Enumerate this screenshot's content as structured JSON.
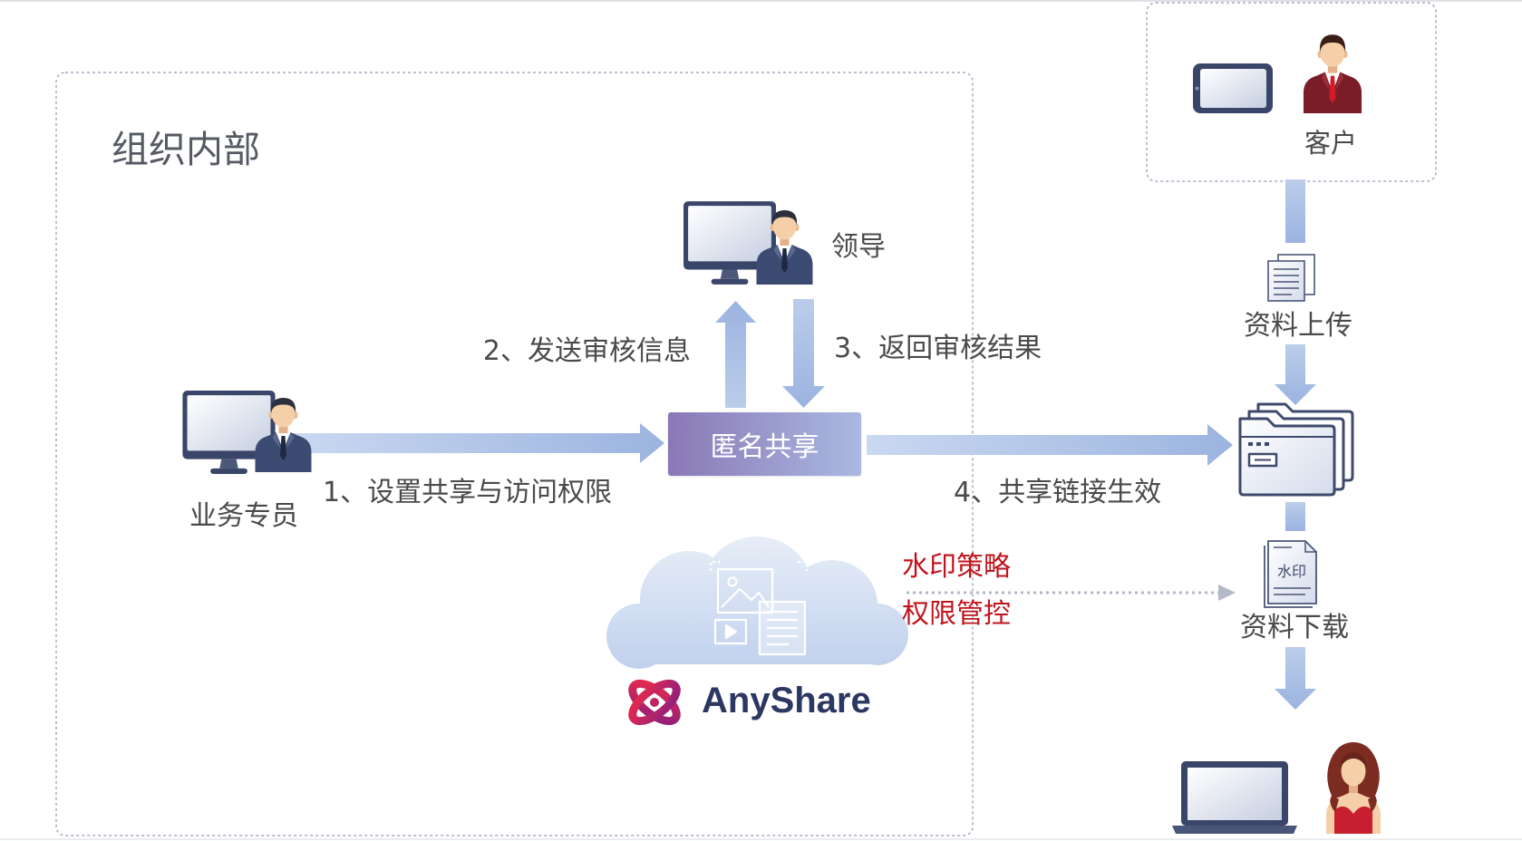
{
  "diagram": {
    "org_section": {
      "title": "组织内部"
    },
    "actors": {
      "employee": "业务专员",
      "leader": "领导",
      "customer": "客户"
    },
    "steps": {
      "step1": "1、设置共享与访问权限",
      "step2": "2、发送审核信息",
      "step3": "3、返回审核结果",
      "step4": "4、共享链接生效"
    },
    "center_node": "匿名共享",
    "customer_flow": {
      "upload": "资料上传",
      "download": "资料下载",
      "watermark_doc_label": "水印"
    },
    "controls": [
      "水印策略",
      "权限管控"
    ],
    "brand": {
      "name": "AnyShare"
    },
    "icons": [
      "monitor-icon",
      "person-icon",
      "tablet-icon",
      "document-stack-icon",
      "folder-stack-icon",
      "watermark-document-icon",
      "laptop-icon",
      "cloud-media-icon",
      "anyshare-logo-icon"
    ]
  },
  "colors": {
    "label_text": "#4a4a4a",
    "title_text": "#555a63",
    "policy_text": "#c0141c",
    "node_gradient_start": "#8a78b6",
    "node_gradient_end": "#a9b9e1",
    "node_text": "#ffffff",
    "brand_text": "#2c3762"
  }
}
